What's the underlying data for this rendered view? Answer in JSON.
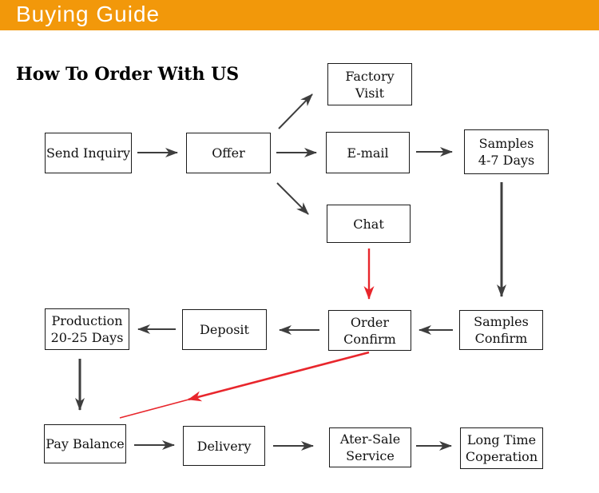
{
  "header": {
    "title": "Buying Guide",
    "bg_color": "#F2980A",
    "text_color": "#FFFFFF"
  },
  "page": {
    "heading": "How To Order With US",
    "background": "#FFFFFF"
  },
  "flowchart": {
    "arrow_color": "#3E3E3E",
    "highlight_arrow_color": "#E8262C",
    "box_border_color": "#1A1A1A",
    "nodes": [
      {
        "id": "send-inquiry",
        "label": "Send Inquiry"
      },
      {
        "id": "offer",
        "label": "Offer"
      },
      {
        "id": "factory-visit",
        "label": "Factory\nVisit"
      },
      {
        "id": "email",
        "label": "E-mail"
      },
      {
        "id": "samples-4-7-days",
        "label": "Samples\n4-7 Days"
      },
      {
        "id": "chat",
        "label": "Chat"
      },
      {
        "id": "samples-confirm",
        "label": "Samples\nConfirm"
      },
      {
        "id": "order-confirm",
        "label": "Order\nConfirm"
      },
      {
        "id": "deposit",
        "label": "Deposit"
      },
      {
        "id": "production-20-25-days",
        "label": "Production\n20-25 Days"
      },
      {
        "id": "pay-balance",
        "label": "Pay Balance"
      },
      {
        "id": "delivery",
        "label": "Delivery"
      },
      {
        "id": "ater-sale-service",
        "label": "Ater-Sale\nService"
      },
      {
        "id": "long-time-coperation",
        "label": "Long Time\nCoperation"
      }
    ],
    "edges": [
      {
        "from": "send-inquiry",
        "to": "offer",
        "color": "black"
      },
      {
        "from": "offer",
        "to": "factory-visit",
        "color": "black"
      },
      {
        "from": "offer",
        "to": "email",
        "color": "black"
      },
      {
        "from": "offer",
        "to": "chat",
        "color": "black"
      },
      {
        "from": "email",
        "to": "samples-4-7-days",
        "color": "black"
      },
      {
        "from": "samples-4-7-days",
        "to": "samples-confirm",
        "color": "black"
      },
      {
        "from": "chat",
        "to": "order-confirm",
        "color": "red"
      },
      {
        "from": "samples-confirm",
        "to": "order-confirm",
        "color": "black"
      },
      {
        "from": "order-confirm",
        "to": "deposit",
        "color": "black"
      },
      {
        "from": "deposit",
        "to": "production-20-25-days",
        "color": "black"
      },
      {
        "from": "production-20-25-days",
        "to": "pay-balance",
        "color": "black"
      },
      {
        "from": "order-confirm",
        "to": "pay-balance",
        "color": "red"
      },
      {
        "from": "pay-balance",
        "to": "delivery",
        "color": "black"
      },
      {
        "from": "delivery",
        "to": "ater-sale-service",
        "color": "black"
      },
      {
        "from": "ater-sale-service",
        "to": "long-time-coperation",
        "color": "black"
      }
    ]
  }
}
